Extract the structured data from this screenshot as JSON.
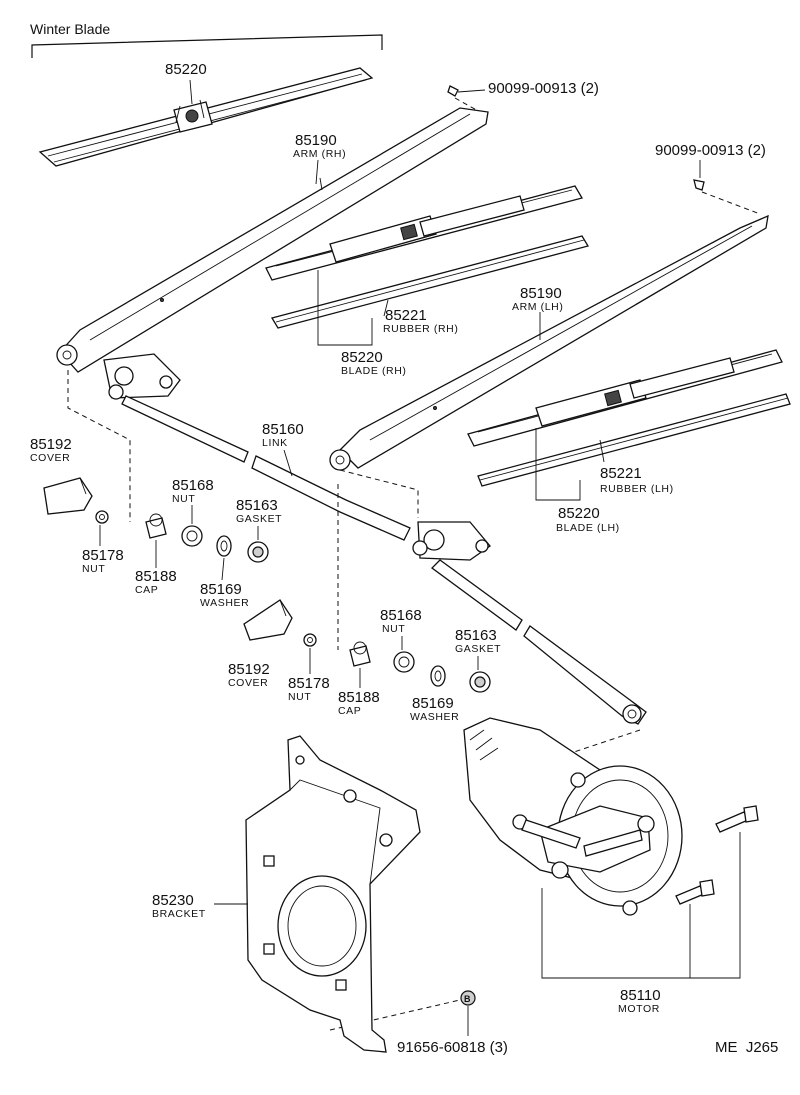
{
  "header": {
    "winter_blade": "Winter Blade"
  },
  "footer": {
    "code": "ME  J265"
  },
  "parts": {
    "winter_blade": {
      "number": "85220"
    },
    "screw_rh": {
      "number": "90099-00913 (2)"
    },
    "screw_lh": {
      "number": "90099-00913 (2)"
    },
    "arm_rh": {
      "number": "85190",
      "name": "ARM (RH)"
    },
    "rubber_rh": {
      "number": "85221",
      "name": "RUBBER (RH)"
    },
    "blade_rh": {
      "number": "85220",
      "name": "BLADE (RH)"
    },
    "arm_lh": {
      "number": "85190",
      "name": "ARM (LH)"
    },
    "link": {
      "number": "85160",
      "name": "LINK"
    },
    "rubber_lh": {
      "number": "85221",
      "name": "RUBBER (LH)"
    },
    "blade_lh": {
      "number": "85220",
      "name": "BLADE (LH)"
    },
    "cover_upper": {
      "number": "85192",
      "name": "COVER"
    },
    "nut_upper": {
      "number": "85168",
      "name": "NUT"
    },
    "gasket_upper": {
      "number": "85163",
      "name": "GASKET"
    },
    "nut_small_upper": {
      "number": "85178",
      "name": "NUT"
    },
    "cap_upper": {
      "number": "85188",
      "name": "CAP"
    },
    "washer_upper": {
      "number": "85169",
      "name": "WASHER"
    },
    "cover_lower": {
      "number": "85192",
      "name": "COVER"
    },
    "nut_small_lower": {
      "number": "85178",
      "name": "NUT"
    },
    "cap_lower": {
      "number": "85188",
      "name": "CAP"
    },
    "nut_lower": {
      "number": "85168",
      "name": "NUT"
    },
    "washer_lower": {
      "number": "85169",
      "name": "WASHER"
    },
    "gasket_lower": {
      "number": "85163",
      "name": "GASKET"
    },
    "bracket": {
      "number": "85230",
      "name": "BRACKET"
    },
    "motor": {
      "number": "85110",
      "name": "MOTOR"
    },
    "bolt_b": {
      "number": "91656-60818 (3)",
      "marker": "B"
    }
  },
  "colors": {
    "ink": "#111111",
    "paper": "#ffffff",
    "shade": "#cfcfcf"
  }
}
